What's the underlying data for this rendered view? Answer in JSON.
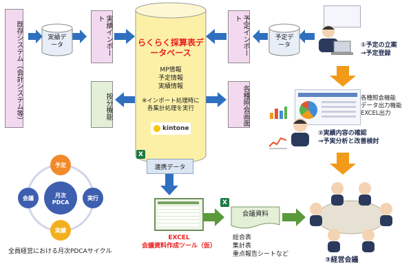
{
  "existing_system": "既存システム（会計システム等）",
  "actual_data": "実績データ",
  "actual_import": "実績インポート",
  "split_function": "按分機能",
  "db_title": "らくらく採算表データベース",
  "db_info": [
    "MP情報",
    "予定情報",
    "実績情報"
  ],
  "db_note": [
    "※インポート処理時に",
    "各集計処理を実行"
  ],
  "kintone": "kintone",
  "plan_import": "予定インポート",
  "plan_data": "予定データ",
  "various_screens": "各種照会画面",
  "step1": [
    "①予定の立案",
    "→予定登録"
  ],
  "functions": [
    "各種照会機能",
    "データ出力機能",
    "EXCEL出力"
  ],
  "step2": [
    "②実績内容の確認",
    "→予実分析と改善検討"
  ],
  "linked_data": "連携データ",
  "excel_tool": [
    "EXCEL",
    "会議資料作成ツール（仮）"
  ],
  "meeting_materials": "会議資料",
  "materials_list": [
    "総合表",
    "集計表",
    "重点報告シートなど"
  ],
  "step3": "③経営会議",
  "pdca": {
    "center": [
      "月次",
      "PDCA"
    ],
    "plan": "予定",
    "execute": "実行",
    "result": "実績",
    "meeting": "会議",
    "caption": "全員経営における月次PDCAサイクル"
  },
  "colors": {
    "blue_arrow": "#2f6fbf",
    "orange_arrow": "#f29a1a",
    "green_arrow": "#5a9a3a",
    "title_red": "#e8201f"
  }
}
